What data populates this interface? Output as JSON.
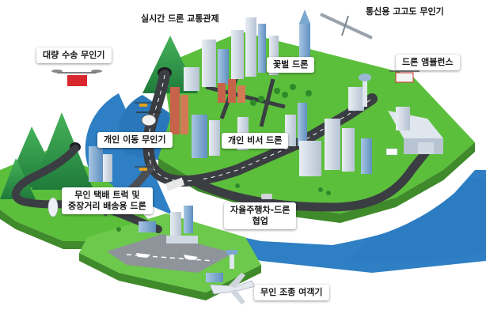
{
  "labels": {
    "realtime_traffic": "실시간 드론 교통관제",
    "comm_high_altitude": "통신용 고고도 무인기",
    "cargo_uav": "대량 수송 무인기",
    "flower_drone": "꽃벌 드론",
    "drone_ambulance": "드론 앰뷸런스",
    "personal_mobility": "개인 이동 무인기",
    "personal_secretary": "개인 비서 드론",
    "delivery_truck_line1": "무인 택배 트럭 및",
    "delivery_truck_line2": "중장거리 배송용 드론",
    "autonomous_line1": "자율주행차-드론",
    "autonomous_line2": "협업",
    "unmanned_airliner": "무인 조종 여객기"
  },
  "colors": {
    "water": "#2e7fc4",
    "grass": "#5cbf3c",
    "grass_dark": "#3f9a2a",
    "road": "#3a3d42",
    "runway": "#8e949a",
    "mountain": "#2f9a4a",
    "building": "#cfd8e3",
    "building_blue": "#7aa6cf",
    "building_red": "#c7634a"
  }
}
